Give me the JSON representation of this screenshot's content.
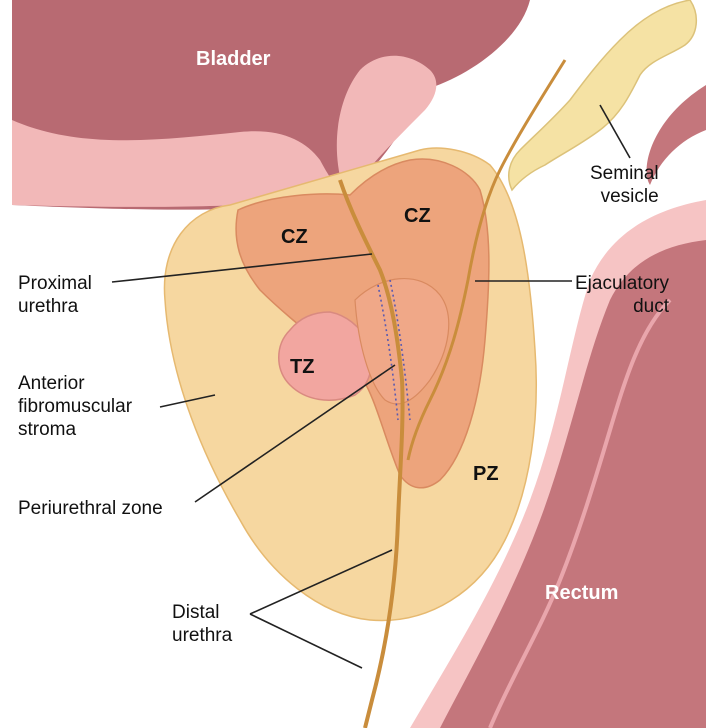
{
  "colors": {
    "bladder": "#b86a72",
    "bladder_light": "#f2b8b8",
    "rectum": "#c4767c",
    "rectum_light": "#f6c4c4",
    "gland": "#f6d7a0",
    "central": "#eda47c",
    "transition": "#f2a6a0",
    "urethra": "#d9a050",
    "seminal": "#f5e2a4"
  },
  "organs": {
    "bladder": "Bladder",
    "rectum": "Rectum"
  },
  "zones": {
    "cz_left": "CZ",
    "cz_right": "CZ",
    "tz": "TZ",
    "pz": "PZ"
  },
  "labels": {
    "seminal_vesicle": "Seminal\nvesicle",
    "proximal_urethra": "Proximal\nurethra",
    "ejaculatory_duct": "Ejaculatory\nduct",
    "anterior_stroma": "Anterior\nfibromuscular\nstroma",
    "periurethral_zone": "Periurethral zone",
    "distal_urethra": "Distal\nurethra"
  }
}
